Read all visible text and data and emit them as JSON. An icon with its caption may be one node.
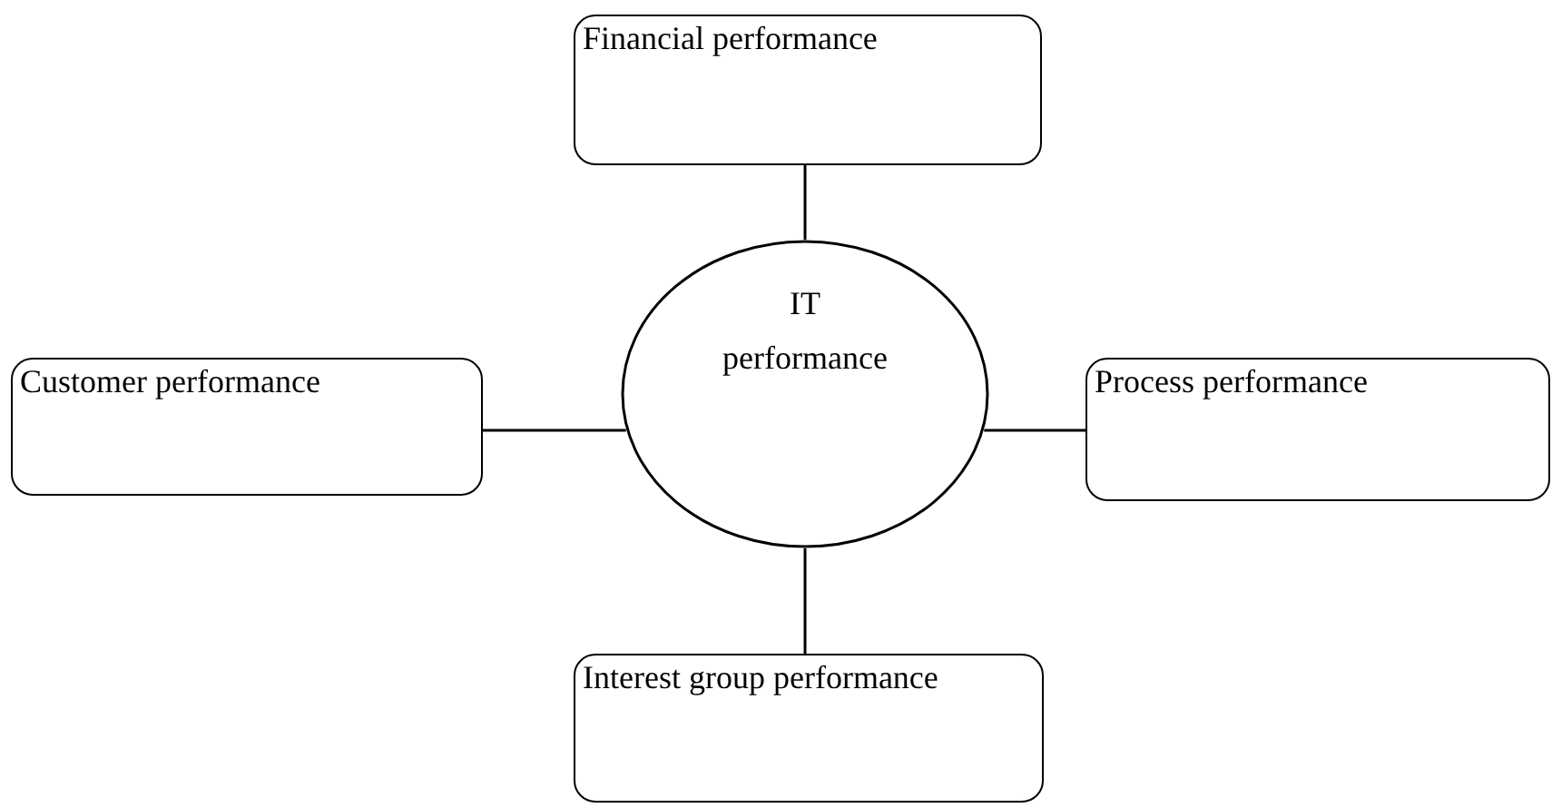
{
  "diagram": {
    "nodes": [
      {
        "text": [
          "Financial performance"
        ]
      },
      {
        "text": [
          "IT performance"
        ]
      },
      {
        "text": [
          "Customer performance"
        ]
      },
      {
        "text": [
          "Process performance"
        ]
      },
      {
        "text": [
          "Interest group performance"
        ]
      }
    ],
    "edges": [
      {
        "from": 1,
        "to": 0,
        "arrow": "none"
      },
      {
        "from": 2,
        "to": 1,
        "arrow": "none"
      },
      {
        "from": 1,
        "to": 3,
        "arrow": "none"
      },
      {
        "from": 1,
        "to": 4,
        "arrow": "none"
      }
    ]
  }
}
